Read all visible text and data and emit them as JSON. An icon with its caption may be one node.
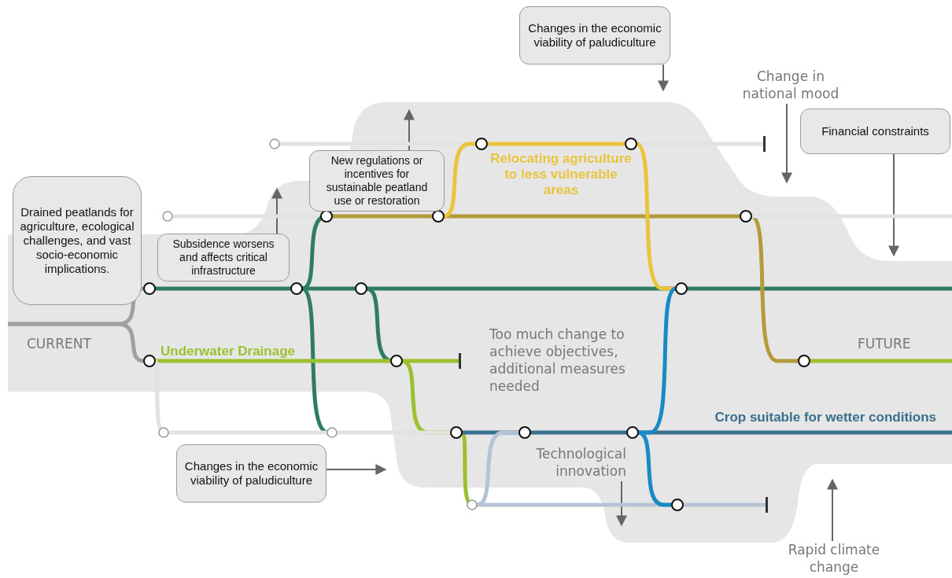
{
  "diagram": {
    "nodes": [
      {
        "text": [
          "Changes in the economic viability of paludiculture"
        ]
      },
      {
        "text": [
          "Change in national mood"
        ]
      },
      {
        "text": [
          "Financial constraints"
        ]
      },
      {
        "text": [
          "New regulations or incentives for sustainable peatland use or restoration"
        ]
      },
      {
        "text": [
          "Drained peatlands for agriculture, ecological challenges, and vast socio-economic implications."
        ]
      },
      {
        "text": [
          "Subsidence worsens and affects critical infrastructure"
        ]
      },
      {
        "text": [
          "Technological innovation"
        ]
      },
      {
        "text": [
          "Changes in the economic viability of paludiculture"
        ]
      },
      {
        "text": [
          "Rapid climate change"
        ]
      },
      {
        "text": [],
        "shape": "circle"
      },
      {
        "text": [],
        "shape": "circle"
      },
      {
        "text": [],
        "shape": "circle"
      },
      {
        "text": [],
        "shape": "circle"
      },
      {
        "text": [],
        "shape": "circle"
      },
      {
        "text": [],
        "shape": "circle"
      },
      {
        "text": [],
        "shape": "circle"
      },
      {
        "text": [],
        "shape": "circle"
      },
      {
        "text": [],
        "shape": "circle"
      },
      {
        "text": [],
        "shape": "circle"
      },
      {
        "text": [],
        "shape": "circle"
      },
      {
        "text": [],
        "shape": "circle"
      },
      {
        "text": [],
        "shape": "circle"
      },
      {
        "text": [],
        "shape": "circle"
      },
      {
        "text": [],
        "shape": "circle"
      },
      {
        "text": [],
        "shape": "circle"
      },
      {
        "text": [],
        "shape": "circle"
      },
      {
        "text": [],
        "shape": "circle"
      },
      {
        "text": [],
        "shape": "circle"
      },
      {
        "text": [],
        "shape": "circle"
      },
      {
        "text": [],
        "shape": "circle"
      }
    ],
    "edges": [
      {
        "from": 0,
        "to": null,
        "arrow": "to",
        "color": "#666666"
      },
      {
        "from": 1,
        "to": null,
        "arrow": "to",
        "color": "#666666"
      },
      {
        "from": 2,
        "to": null,
        "arrow": "to",
        "color": "#666666"
      },
      {
        "from": 3,
        "to": null,
        "arrow": "to",
        "color": "#666666"
      },
      {
        "from": 5,
        "to": null,
        "arrow": "to",
        "color": "#666666"
      },
      {
        "from": 6,
        "to": null,
        "arrow": "to",
        "color": "#666666"
      },
      {
        "from": 7,
        "to": null,
        "arrow": "to",
        "color": "#666666"
      },
      {
        "from": 8,
        "to": null,
        "arrow": "to",
        "color": "#666666"
      },
      {
        "from": null,
        "to": 16,
        "arrow": "none",
        "color": "#a0a0a0"
      },
      {
        "from": null,
        "to": 20,
        "arrow": "none",
        "color": "#a0a0a0"
      },
      {
        "from": 9,
        "to": 10,
        "arrow": "none",
        "color": "#e2e2e2"
      },
      {
        "from": 11,
        "to": null,
        "arrow": "other",
        "color": "#e2e2e2"
      },
      {
        "from": 12,
        "to": 13,
        "arrow": "none",
        "color": "#e2e2e2"
      },
      {
        "from": 16,
        "to": 17,
        "arrow": "none",
        "color": "#2e7d5f"
      },
      {
        "from": 17,
        "to": 18,
        "arrow": "none",
        "color": "#2e7d5f"
      },
      {
        "from": 18,
        "to": 19,
        "arrow": "none",
        "color": "#2e7d5f"
      },
      {
        "from": 19,
        "to": null,
        "arrow": "none",
        "color": "#2e7d5f"
      },
      {
        "from": 17,
        "to": 13,
        "arrow": "none",
        "color": "#2e7d5f"
      },
      {
        "from": 17,
        "to": 24,
        "arrow": "none",
        "color": "#2e7d5f"
      },
      {
        "from": 18,
        "to": 21,
        "arrow": "none",
        "color": "#2e7d5f"
      },
      {
        "from": 13,
        "to": 14,
        "arrow": "none",
        "color": "#b39a3a"
      },
      {
        "from": 14,
        "to": 15,
        "arrow": "none",
        "color": "#b39a3a"
      },
      {
        "from": 15,
        "to": 22,
        "arrow": "none",
        "color": "#b39a3a"
      },
      {
        "from": 14,
        "to": 10,
        "arrow": "none",
        "color": "#e9c43c"
      },
      {
        "from": 10,
        "to": 11,
        "arrow": "none",
        "color": "#e9c43c"
      },
      {
        "from": 11,
        "to": 19,
        "arrow": "none",
        "color": "#e9c43c"
      },
      {
        "from": 20,
        "to": 21,
        "arrow": "none",
        "color": "#9dc12e"
      },
      {
        "from": 21,
        "to": null,
        "arrow": "other",
        "color": "#9dc12e"
      },
      {
        "from": 21,
        "to": 25,
        "arrow": "none",
        "color": "#9dc12e"
      },
      {
        "from": 25,
        "to": 28,
        "arrow": "none",
        "color": "#9dc12e"
      },
      {
        "from": 22,
        "to": null,
        "arrow": "none",
        "color": "#9dc12e"
      },
      {
        "from": 20,
        "to": 23,
        "arrow": "none",
        "color": "#e2e2e2"
      },
      {
        "from": 23,
        "to": 24,
        "arrow": "none",
        "color": "#e2e2e2"
      },
      {
        "from": 24,
        "to": 25,
        "arrow": "none",
        "color": "#e2e2e2"
      },
      {
        "from": 25,
        "to": 26,
        "arrow": "none",
        "color": "#3a6f8f"
      },
      {
        "from": 26,
        "to": 27,
        "arrow": "none",
        "color": "#3a6f8f"
      },
      {
        "from": 27,
        "to": null,
        "arrow": "none",
        "color": "#3a6f8f"
      },
      {
        "from": 28,
        "to": 26,
        "arrow": "none",
        "color": "#b4c4d4"
      },
      {
        "from": 28,
        "to": 29,
        "arrow": "none",
        "color": "#b4c4d4"
      },
      {
        "from": 29,
        "to": null,
        "arrow": "other",
        "color": "#b4c4d4"
      },
      {
        "from": 19,
        "to": 27,
        "arrow": "none",
        "color": "#1a8ac4"
      },
      {
        "from": 27,
        "to": 29,
        "arrow": "none",
        "color": "#1a8ac4"
      },
      {
        "from": 15,
        "to": null,
        "arrow": "none",
        "color": "#e2e2e2"
      }
    ],
    "labels": [
      "Relocating agriculture to less vulnerable areas",
      "Too much change to achieve objectives, additional measures needed",
      "CURRENT",
      "Underwater Drainage",
      "FUTURE",
      "Crop suitable for wetter conditions"
    ]
  }
}
